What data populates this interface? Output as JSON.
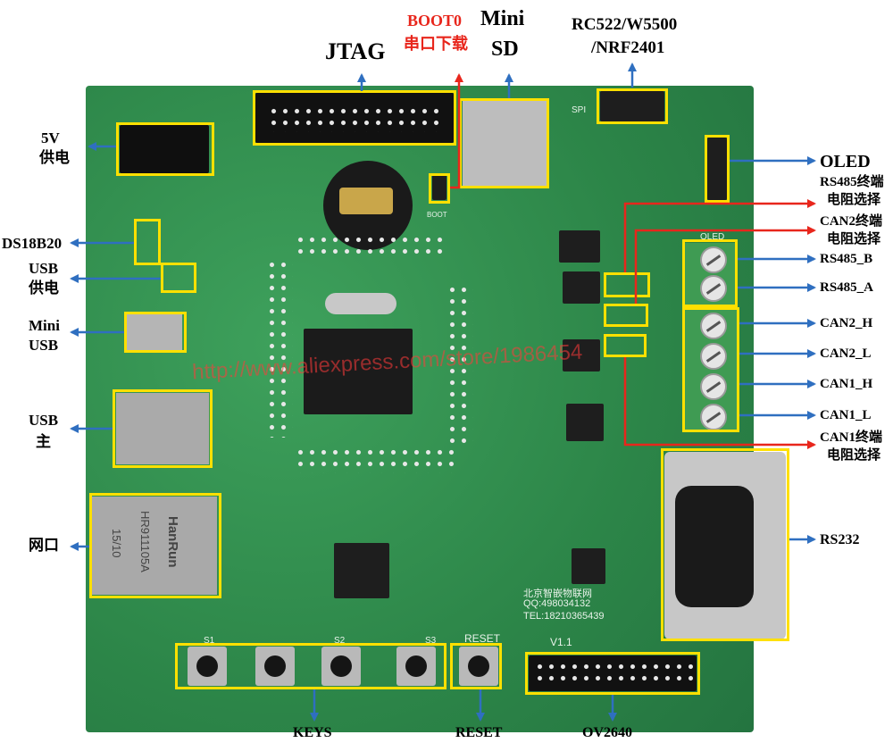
{
  "labels": {
    "boot0": "BOOT0",
    "serial_download": "串口下载",
    "jtag": "JTAG",
    "mini": "Mini",
    "sd": "SD",
    "rc522_line1": "RC522/W5500",
    "rc522_line2": "/NRF2401",
    "power_5v_1": "5V",
    "power_5v_2": "供电",
    "ds18b20": "DS18B20",
    "usb_power_1": "USB",
    "usb_power_2": "供电",
    "mini_usb_1": "Mini",
    "mini_usb_2": "USB",
    "usb_host_1": "USB",
    "usb_host_2": "主",
    "ethernet": "网口",
    "oled": "OLED",
    "rs485_term_1": "RS485终端",
    "rs485_term_2": "电阻选择",
    "can2_term_1": "CAN2终端",
    "can2_term_2": "电阻选择",
    "rs485_b": "RS485_B",
    "rs485_a": "RS485_A",
    "can2_h": "CAN2_H",
    "can2_l": "CAN2_L",
    "can1_h": "CAN1_H",
    "can1_l": "CAN1_L",
    "can1_term_1": "CAN1终端",
    "can1_term_2": "电阻选择",
    "rs232": "RS232",
    "keys": "KEYS",
    "reset": "RESET",
    "ov2640": "OV2640"
  },
  "board_silk": {
    "reset": "RESET",
    "maker": "北京智嵌物联网",
    "qq": "QQ:498034132",
    "tel": "TEL:18210365439",
    "version": "V1.1",
    "jack_brand": "HanRun",
    "jack_model": "HR911105A",
    "jack_date": "15/10",
    "s1": "S1",
    "s2": "S2",
    "s3": "S3",
    "spi": "SPI",
    "oled": "OLED",
    "boot": "BOOT"
  },
  "watermark": "http://www.aliexpress.com/store/1986454",
  "colors": {
    "highlight": "#ffe000",
    "arrow_blue": "#2f6fc0",
    "arrow_red": "#e8261c",
    "boot0_red": "#e8261c",
    "board_green": "#2f8d4c"
  }
}
